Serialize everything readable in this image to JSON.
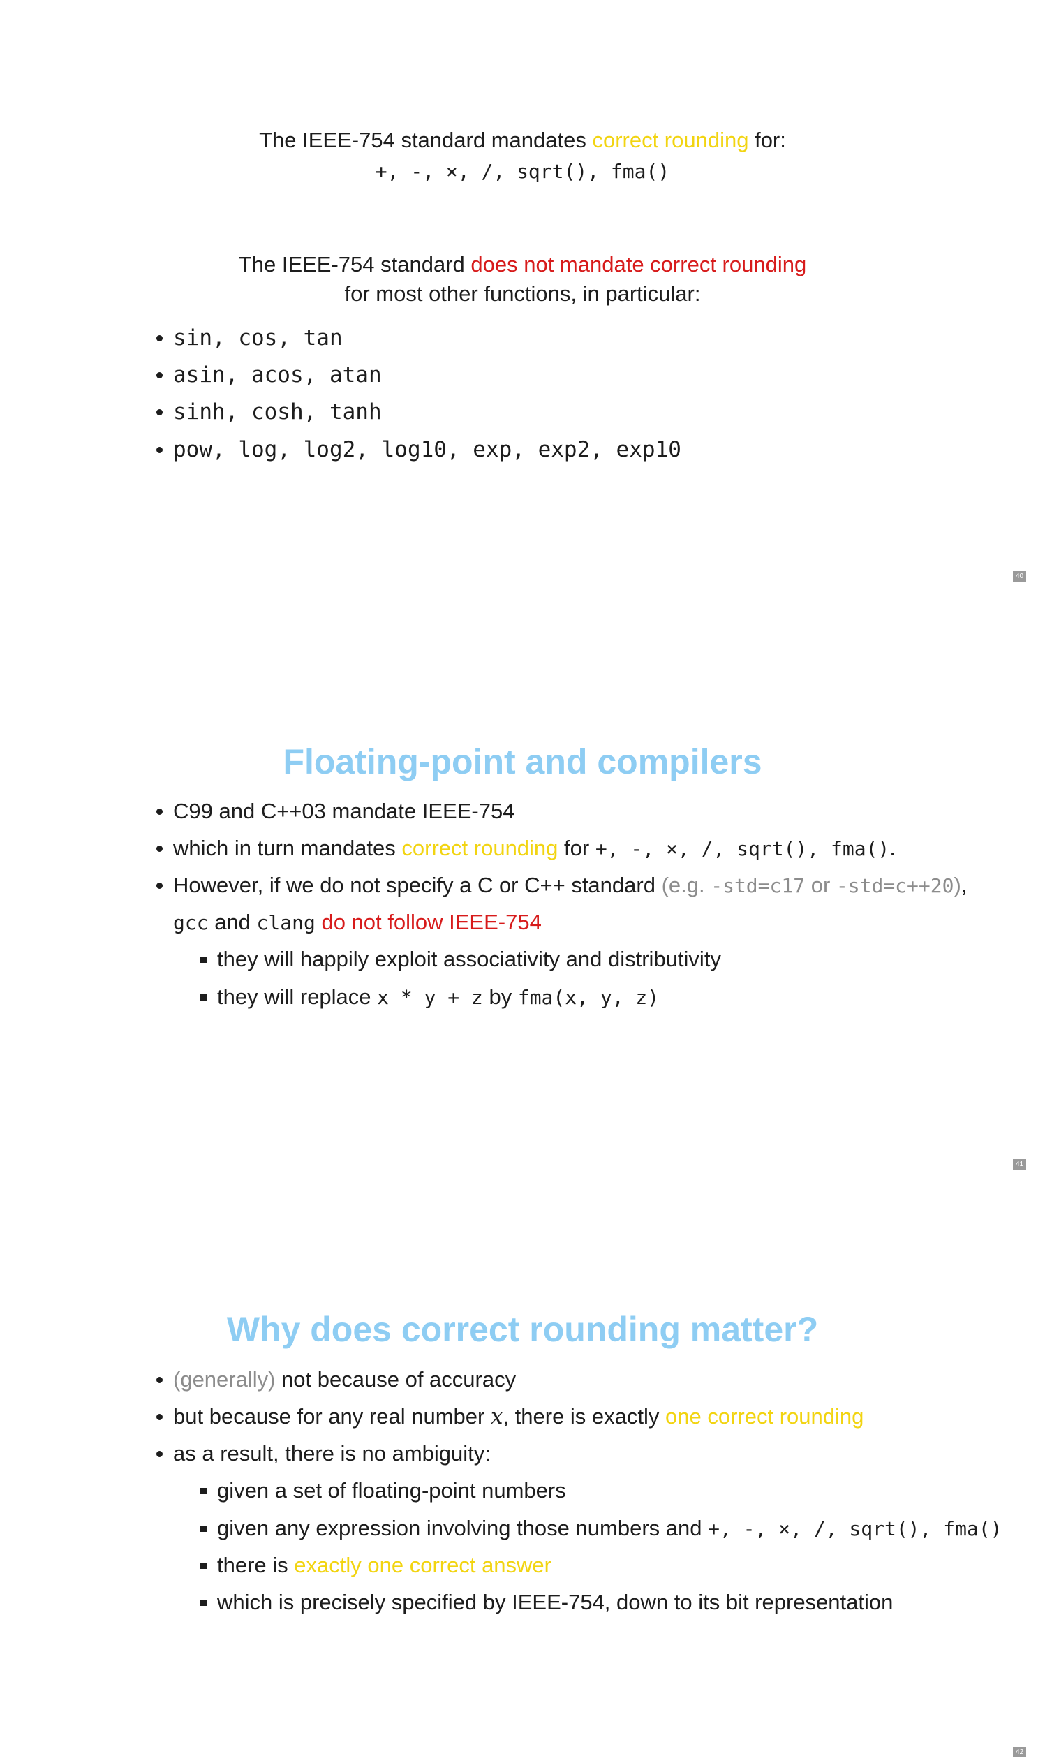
{
  "slide40": {
    "line1": {
      "prefix": "The IEEE-754 standard mandates ",
      "highlight": "correct rounding",
      "suffix": " for:"
    },
    "ops": "+, -, ×, /, sqrt(), fma()",
    "line2": {
      "prefix": "The IEEE-754 standard ",
      "highlight": "does not mandate correct rounding"
    },
    "line3": "for most other functions, in particular:",
    "bullets": [
      "sin, cos, tan",
      "asin, acos, atan",
      "sinh, cosh, tanh",
      "pow, log, log2, log10, exp, exp2, exp10"
    ],
    "page": "40"
  },
  "slide41": {
    "title": "Floating-point and compilers",
    "b1": "C99 and C++03 mandate IEEE-754",
    "b2": {
      "prefix": "which in turn mandates ",
      "highlight": "correct rounding",
      "mid": " for ",
      "ops": "+, -, ×, /, sqrt(), fma()",
      "suffix": "."
    },
    "b3": {
      "prefix": "However, if we do not specify a C or C++ standard ",
      "grey_open": "(e.g. ",
      "std1": "-std=c17",
      "grey_or": " or ",
      "std2": "-std=c++20",
      "grey_close": ")",
      "comma": ","
    },
    "b3cont": {
      "gcc": "gcc",
      "and": " and ",
      "clang": "clang",
      "space": " ",
      "highlight": "do not follow IEEE-754"
    },
    "sub1": "they will happily exploit associativity and distributivity",
    "sub2": {
      "prefix": "they will replace ",
      "expr1": "x * y + z",
      "mid": " by ",
      "expr2": "fma(x, y, z)"
    },
    "page": "41"
  },
  "slide42": {
    "title": "Why does correct rounding matter?",
    "b1": {
      "grey": "(generally)",
      "rest": " not because of accuracy"
    },
    "b2": {
      "prefix": "but because for any real number ",
      "var": "x",
      "mid": ", there is exactly ",
      "highlight": "one correct rounding"
    },
    "b3": "as a result, there is no ambiguity:",
    "sub1": "given a set of floating-point numbers",
    "sub2": {
      "prefix": "given any expression involving those numbers and ",
      "ops": "+, -, ×, /, sqrt(), fma()"
    },
    "sub3": {
      "prefix": "there is ",
      "highlight": "exactly one correct answer"
    },
    "sub4": "which is precisely specified by IEEE-754, down to its bit representation",
    "page": "42"
  },
  "colors": {
    "title": "#8ecdf3",
    "highlight_yellow": "#f2d411",
    "highlight_red": "#d71b1b",
    "muted_grey": "#8c8c8c",
    "text": "#1d1d1d"
  }
}
